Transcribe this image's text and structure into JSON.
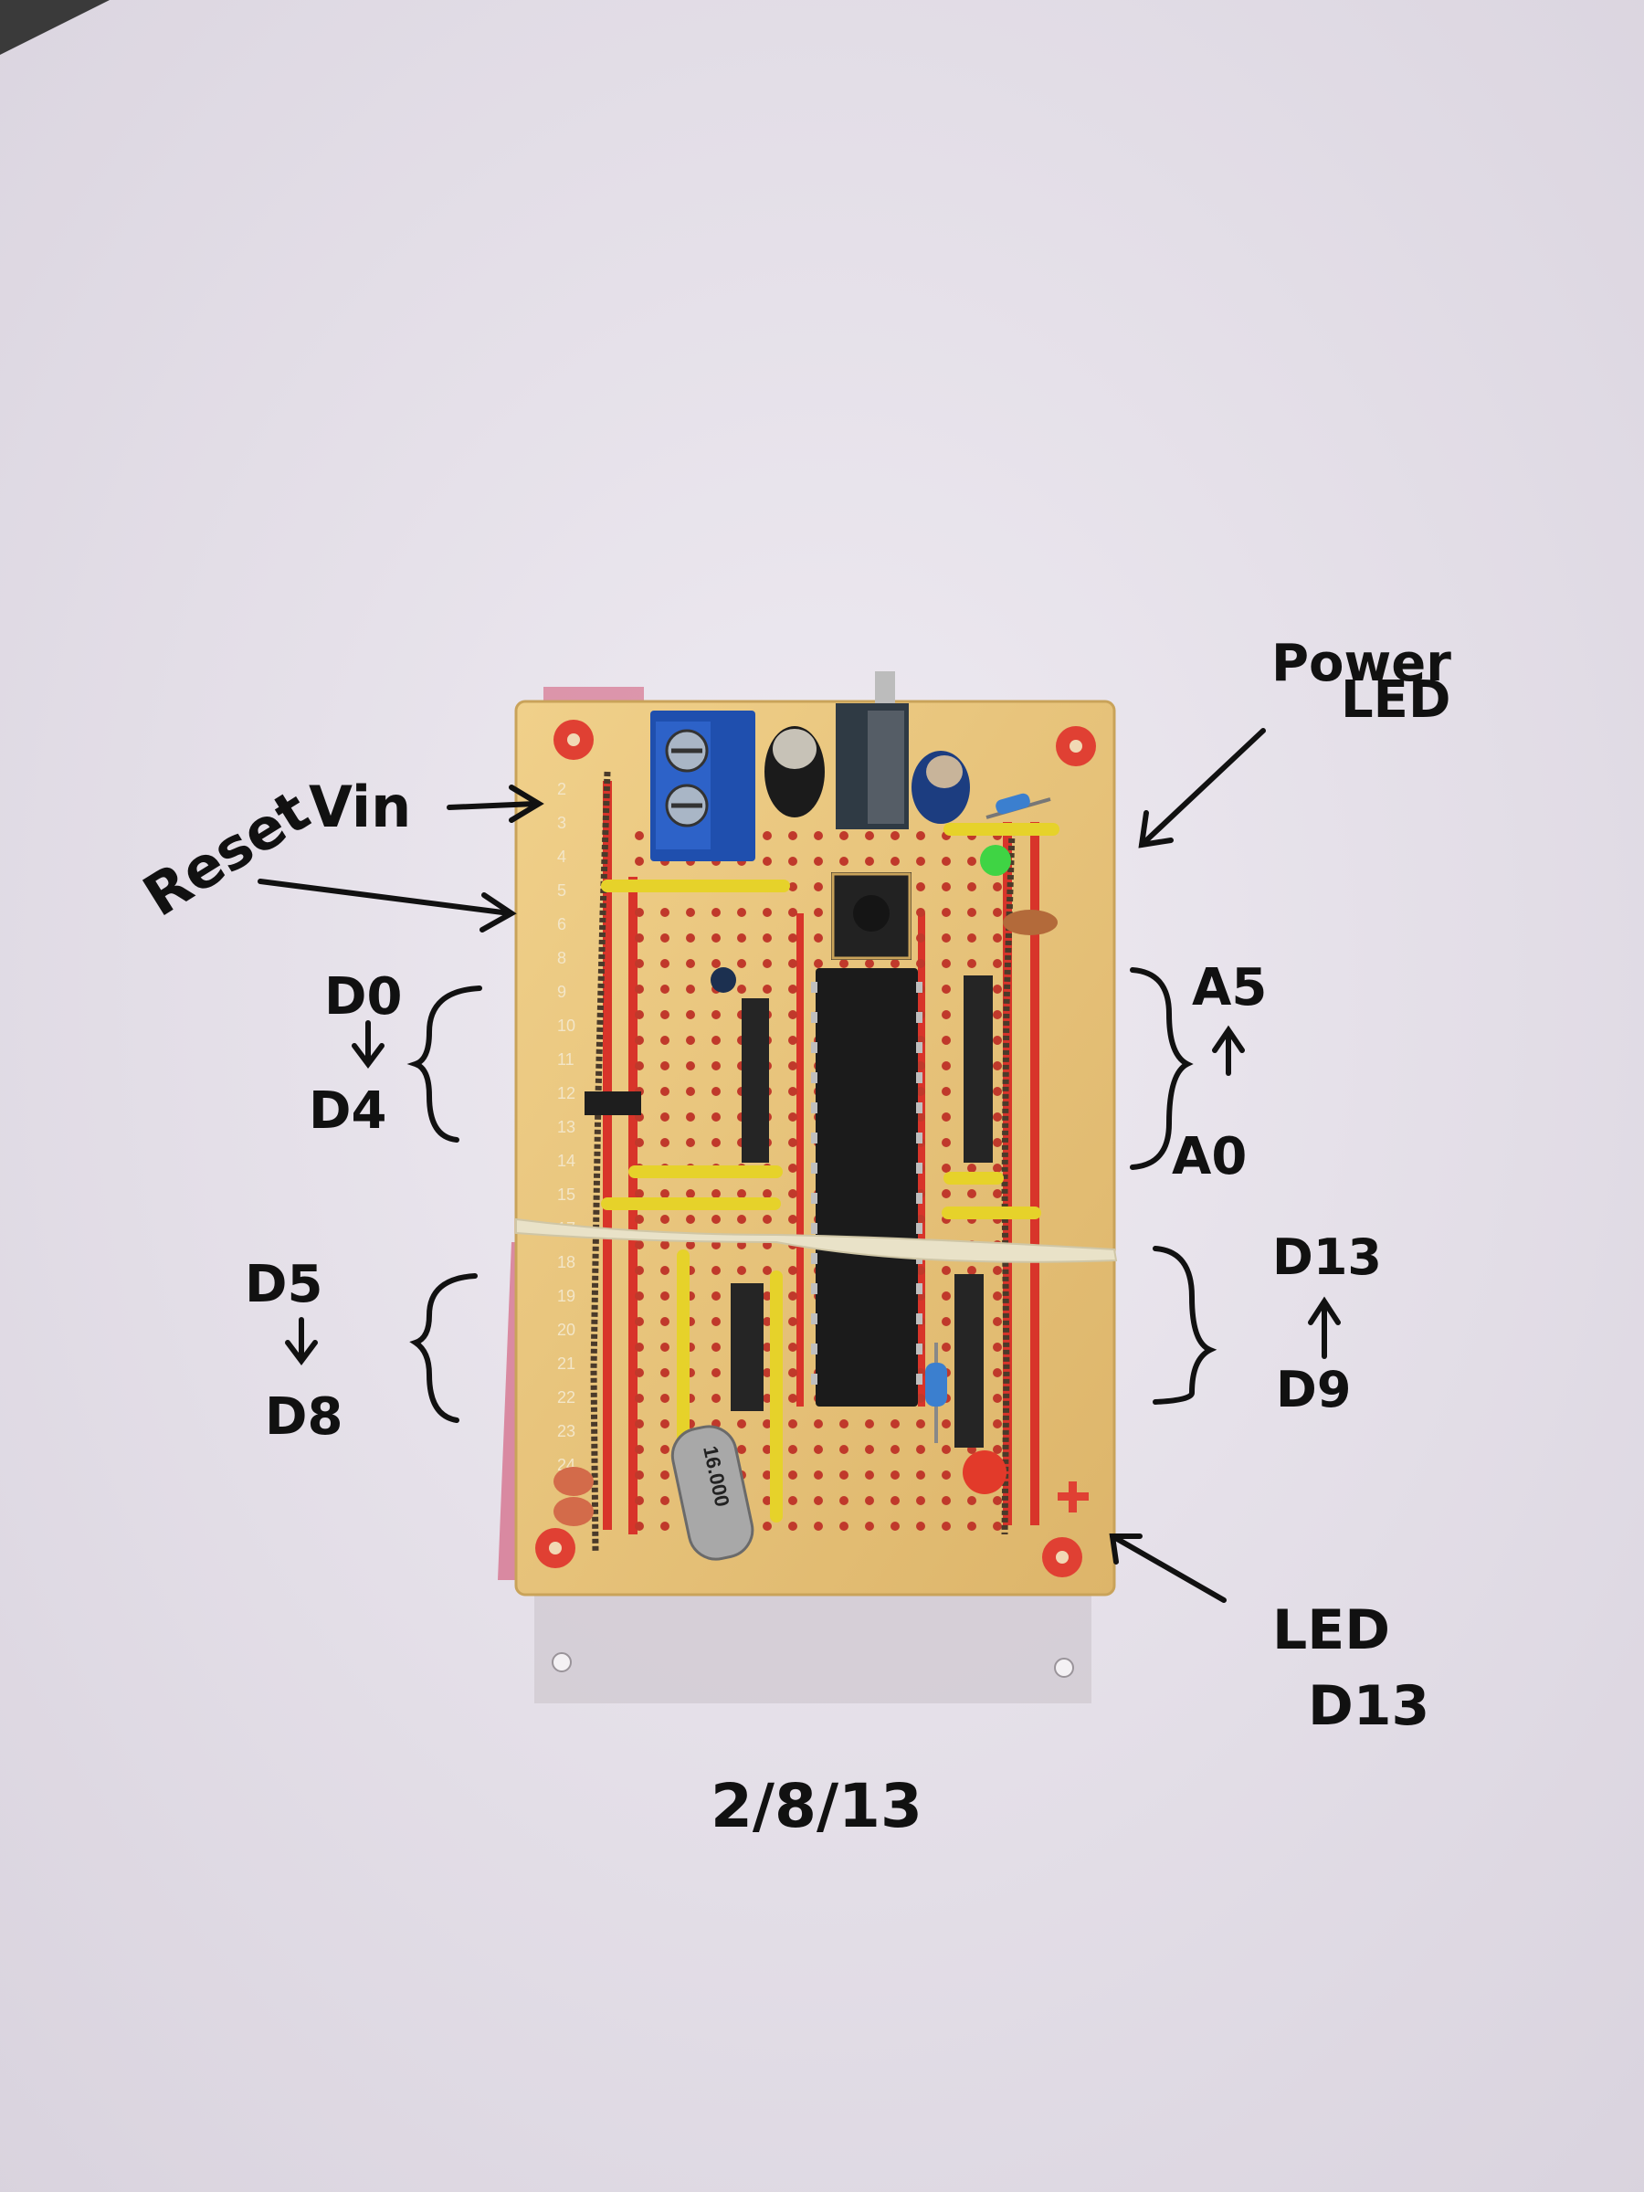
{
  "annotations": {
    "reset": "Reset",
    "vin": "Vin",
    "power_line1": "Power",
    "power_line2": "LED",
    "d0": "D0",
    "d4": "D4",
    "d5": "D5",
    "d8": "D8",
    "a5": "A5",
    "a0": "A0",
    "d13": "D13",
    "d9": "D9",
    "led_line1": "LED",
    "led_line2": "D13",
    "date": "2/8/13"
  },
  "board": {
    "crystal_label": "16.000",
    "row_numbers": [
      "2",
      "3",
      "4",
      "5",
      "6",
      "8",
      "9",
      "10",
      "11",
      "12",
      "13",
      "14",
      "15",
      "17",
      "18",
      "19",
      "20",
      "21",
      "22",
      "23",
      "24"
    ]
  },
  "colors": {
    "paper": "#e6e1ea",
    "board": "#e8c47c",
    "rail": "#d8342a",
    "jumper": "#e6d22a",
    "terminal": "#1f4fae",
    "chip": "#1b1b1b",
    "ink": "#111111"
  }
}
